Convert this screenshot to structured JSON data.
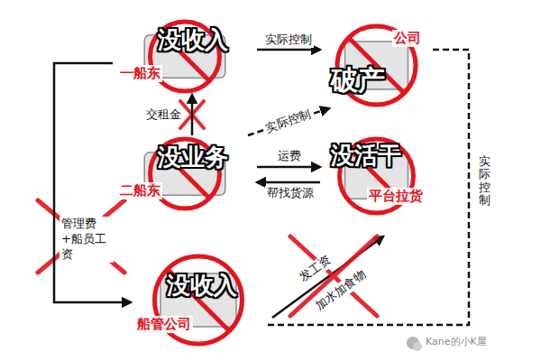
{
  "diagram": {
    "nodes": [
      {
        "text": [
          "一船东",
          "没收入"
        ]
      },
      {
        "text": [
          "公司",
          "破产"
        ]
      },
      {
        "text": [
          "二船东",
          "没业务"
        ]
      },
      {
        "text": [
          "平台拉货",
          "没活干"
        ]
      },
      {
        "text": [
          "船管公司",
          "没收入"
        ]
      }
    ],
    "edges": [
      {
        "from": 0,
        "to": 1,
        "label": "实际控制",
        "arrow": "to"
      },
      {
        "from": 2,
        "to": 0,
        "label": "交租金",
        "arrow": "to"
      },
      {
        "from": 2,
        "to": 1,
        "label": "实际控制",
        "arrow": "to"
      },
      {
        "from": 2,
        "to": 3,
        "label": "运费",
        "arrow": "to"
      },
      {
        "from": 3,
        "to": 2,
        "label": "帮找货源",
        "arrow": "to"
      },
      {
        "from": 0,
        "to": 4,
        "label": "管理费+船员工资",
        "arrow": "to"
      },
      {
        "from": 1,
        "to": 4,
        "label": "实际控制",
        "arrow": "none"
      }
    ],
    "labels": [
      "发工资",
      "加水加食物",
      "Kane的小K屋"
    ]
  }
}
